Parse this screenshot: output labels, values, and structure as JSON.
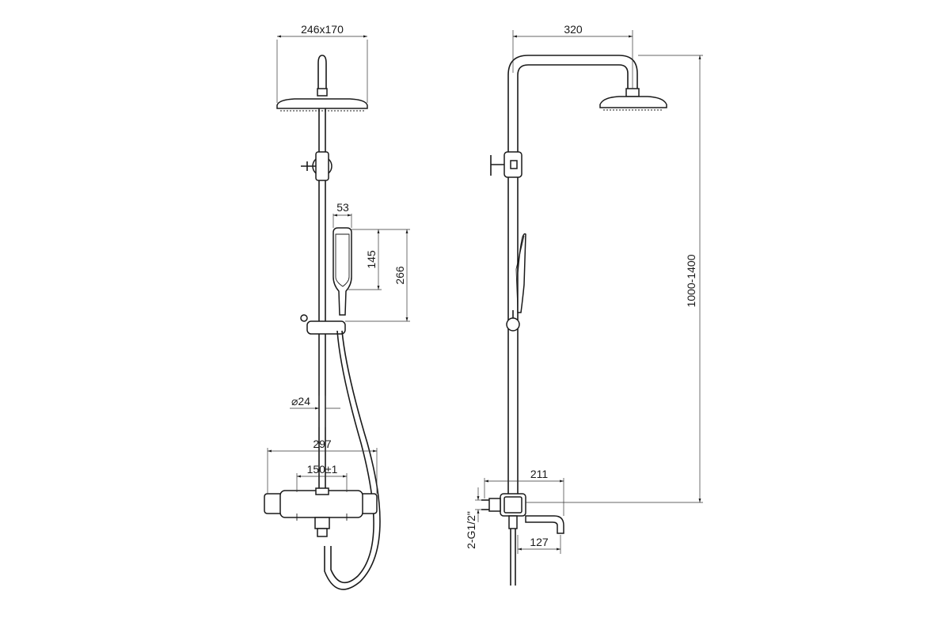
{
  "dimensions": {
    "head_size": "246x170",
    "rail_diameter": "⌀24",
    "hand_width": "53",
    "hand_face_height": "145",
    "hand_total_height": "266",
    "mixer_width": "297",
    "inlet_spacing": "150±1",
    "arm_length": "320",
    "height_range": "1000-1400",
    "mixer_depth": "211",
    "spout_length": "127",
    "inlet_thread": "2-G1/2\""
  }
}
